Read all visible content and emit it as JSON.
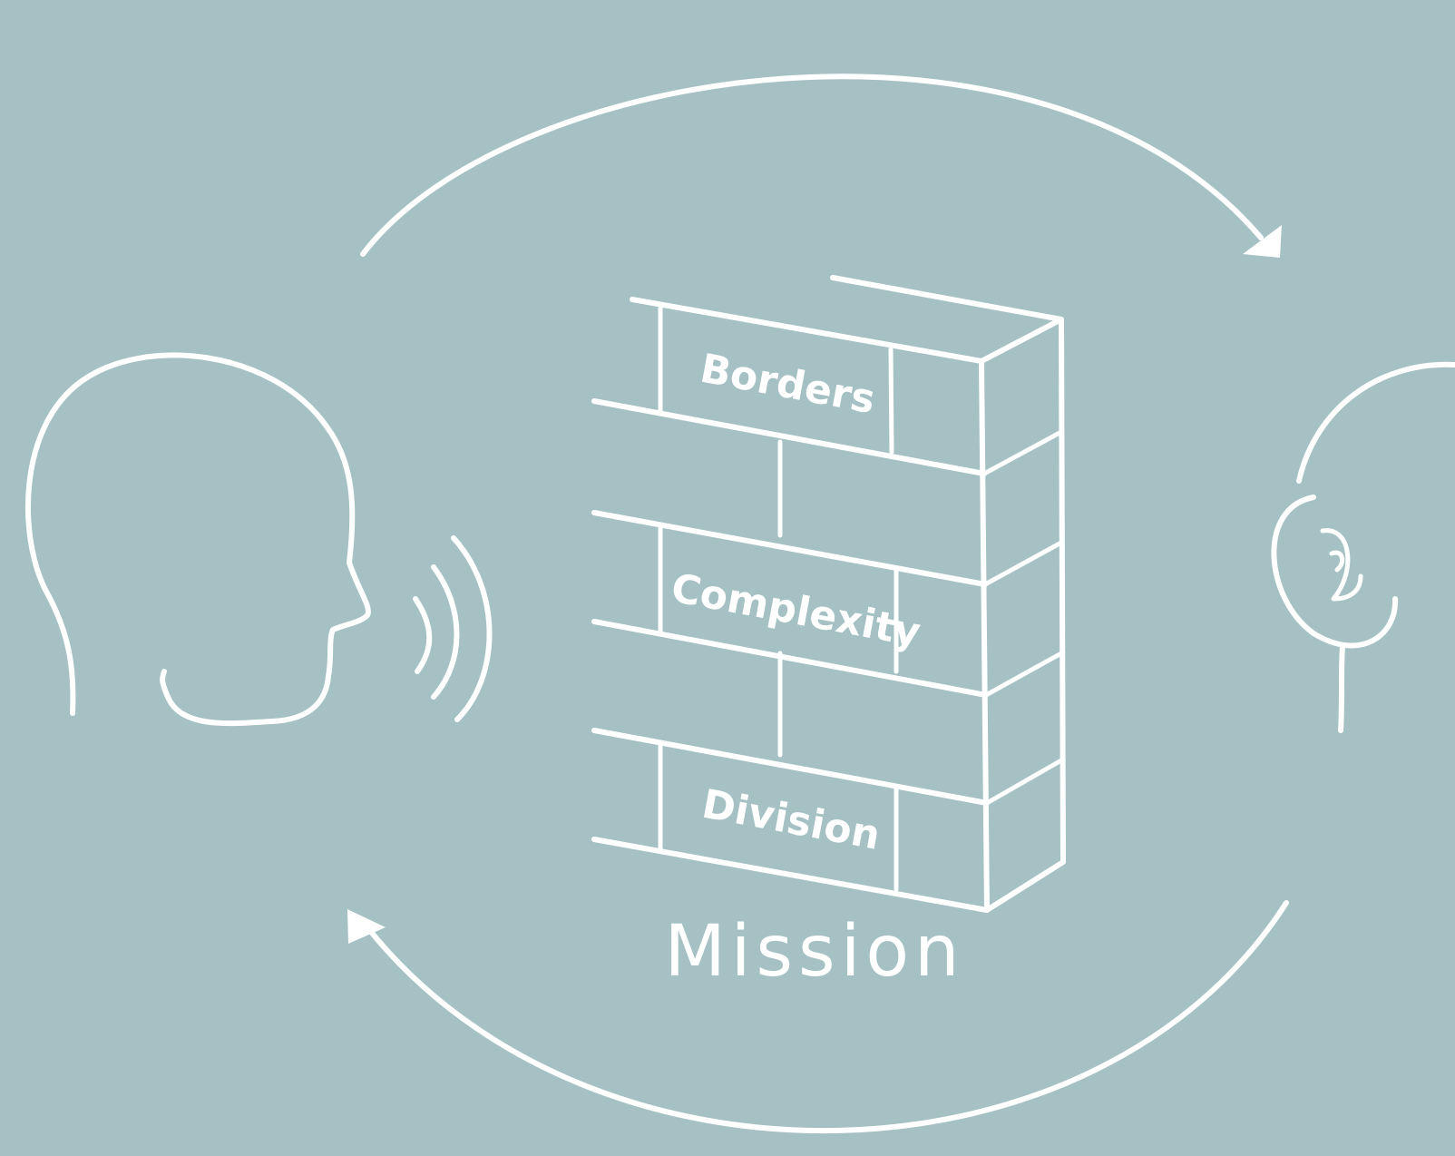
{
  "colors": {
    "background": "#a5c1c3",
    "line": "#ffffff"
  },
  "icons": [
    "speaker-head-icon",
    "sound-waves-icon",
    "listener-ear-icon",
    "brick-wall-icon",
    "cycle-arrow-icon"
  ],
  "wall": {
    "bricks": [
      "Borders",
      "Complexity",
      "Division"
    ]
  },
  "caption": "Mission"
}
